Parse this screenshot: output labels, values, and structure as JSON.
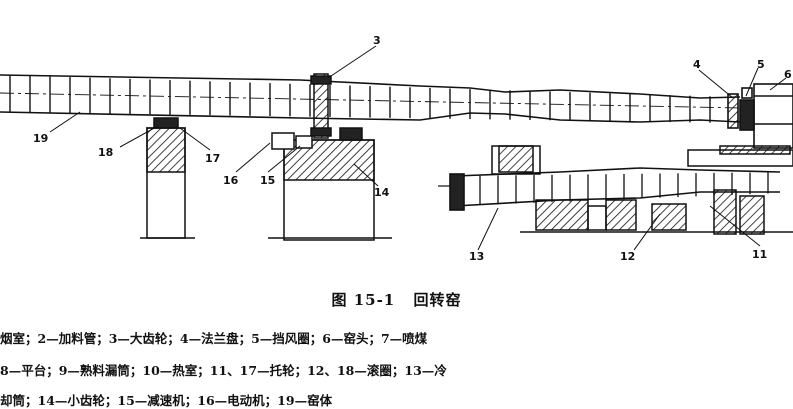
{
  "figure": {
    "labels": {
      "n3": "3",
      "n4": "4",
      "n5": "5",
      "n6": "6",
      "n19": "19",
      "n18": "18",
      "n17": "17",
      "n16": "16",
      "n15": "15",
      "n14": "14",
      "n13": "13",
      "n12": "12",
      "n11": "11"
    }
  },
  "caption": {
    "fig_number": "图 15-1",
    "title": "回转窑"
  },
  "legend": {
    "line1": "烟室；2—加料管；3—大齿轮；4—法兰盘；5—挡风圈；6—窑头；7—喷煤",
    "line2": "8—平台；9—熟料漏筒；10—热室；11、17—托轮；12、18—滚圈；13—冷",
    "line3": "却筒；14—小齿轮；15—减速机；16—电动机；19—窑体"
  }
}
